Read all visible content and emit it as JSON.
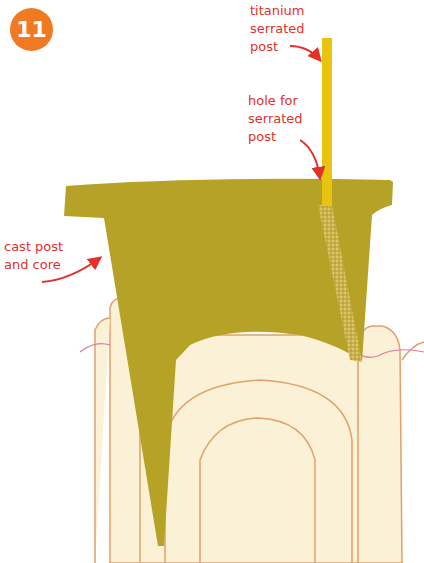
{
  "diagram": {
    "nodes": [
      {
        "text": [
          "11"
        ]
      }
    ],
    "labels": [
      "titanium serrated post",
      "hole for serrated post",
      "cast post and core"
    ]
  }
}
